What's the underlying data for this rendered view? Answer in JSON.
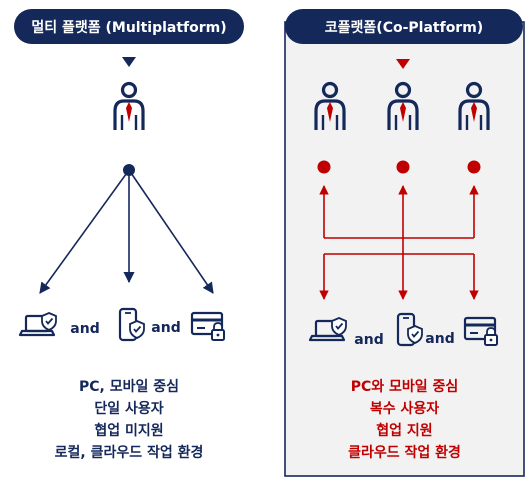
{
  "left": {
    "title": "멀티 플랫폼 (Multiplatform)",
    "and_1": "and",
    "and_2": "and",
    "lines": [
      "PC, 모바일 중심",
      "단일 사용자",
      "협업 미지원",
      "로컬, 클라우드 작업 환경"
    ]
  },
  "right": {
    "title": "코플랫폼(Co-Platform)",
    "and_1": "and",
    "and_2": "and",
    "lines": [
      "PC와 모바일 중심",
      "복수 사용자",
      "협업 지원",
      "클라우드 작업 환경"
    ]
  },
  "colors": {
    "navy": "#14285a",
    "red": "#c00000",
    "panel_bg": "#f2f2f2",
    "panel_border": "#14285a"
  },
  "icons": [
    "user-icon",
    "laptop-shield-icon",
    "phone-shield-icon",
    "card-lock-icon",
    "triangle-down-icon"
  ]
}
